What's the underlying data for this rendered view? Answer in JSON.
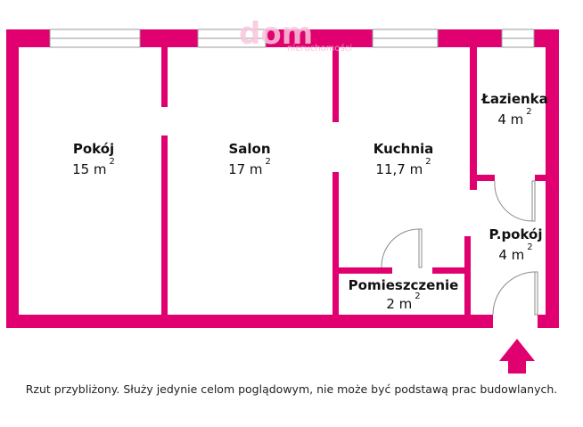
{
  "colors": {
    "wall": "#E0006F",
    "window_line": "#9a9a9a",
    "door_line": "#8a8a8a",
    "watermark": "#f5a9cc"
  },
  "watermark": {
    "text_main": "dom",
    "text_sub": "nieruchomości"
  },
  "rooms": [
    {
      "name": "Pokój",
      "area": "15 m",
      "unit_exp": "2"
    },
    {
      "name": "Salon",
      "area": "17 m",
      "unit_exp": "2"
    },
    {
      "name": "Kuchnia",
      "area": "11,7 m",
      "unit_exp": "2"
    },
    {
      "name": "Łazienka",
      "area": "4 m",
      "unit_exp": "2"
    },
    {
      "name": "P.pokój",
      "area": "4 m",
      "unit_exp": "2"
    },
    {
      "name": "Pomieszczenie",
      "area": "2 m",
      "unit_exp": "2"
    }
  ],
  "entrance": {
    "icon": "arrow-up-icon"
  },
  "footer": {
    "disclaimer": "Rzut przybliżony. Służy jedynie celom poglądowym, nie może być podstawą prac budowlanych."
  }
}
